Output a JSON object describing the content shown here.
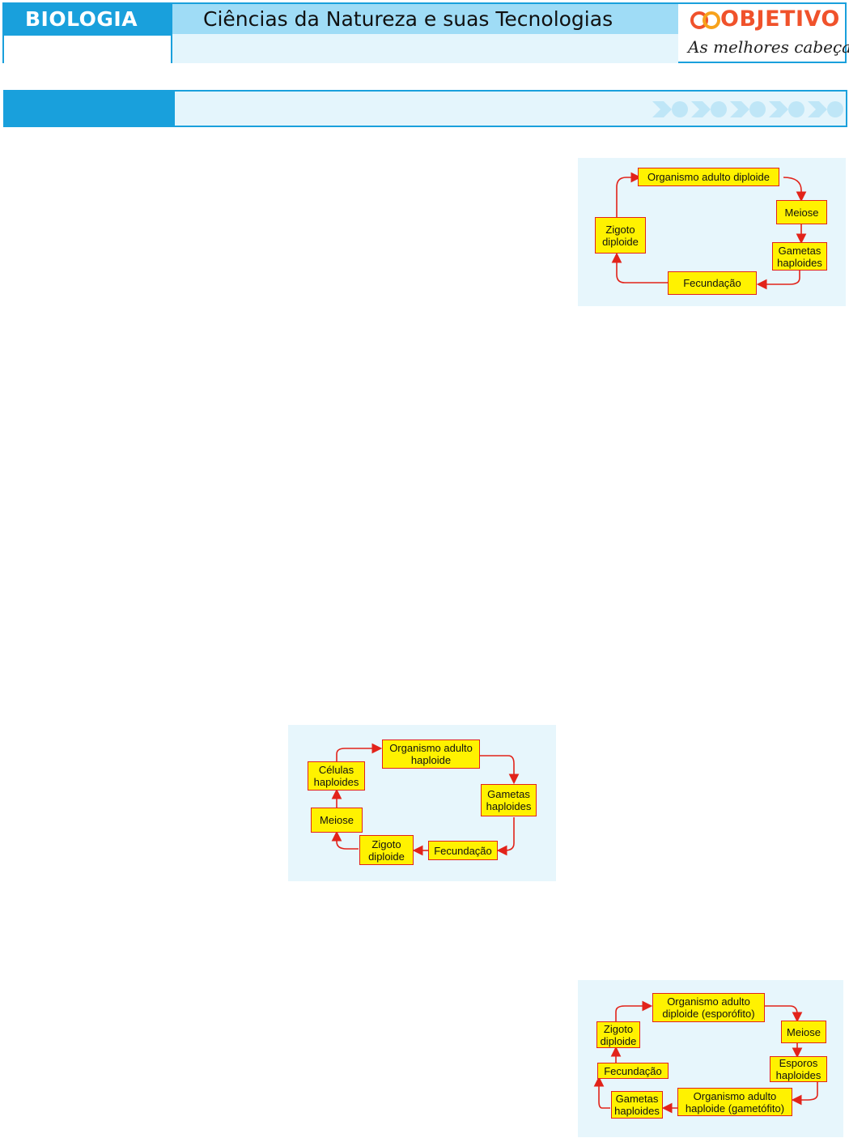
{
  "header": {
    "subject": "BIOLOGIA",
    "area": "Ciências da Natureza e suas Tecnologias",
    "logo_word": "OBJETIVO",
    "logo_slogan": "As melhores cabeças"
  },
  "colors": {
    "header_blue": "#19a0dc",
    "header_light": "#9fdcf6",
    "panel_bg": "#e7f6fc",
    "box_fill": "#fff200",
    "arrow_red": "#e2231a",
    "logo_orange": "#f0522b"
  },
  "diagrams": {
    "cycle_diploid": {
      "organism": "Organismo adulto diploide",
      "meiosis": "Meiose",
      "gametes": "Gametas\nhaploides",
      "fertilization": "Fecundação",
      "zygote": "Zigoto\ndiploide"
    },
    "cycle_haploid": {
      "organism": "Organismo adulto\nhaploide",
      "gametes": "Gametas\nhaploides",
      "fertilization": "Fecundação",
      "zygote": "Zigoto\ndiploide",
      "meiosis": "Meiose",
      "cells": "Células\nhaploides"
    },
    "cycle_alternation": {
      "sporophyte": "Organismo adulto\ndiploide (esporófito)",
      "meiosis": "Meiose",
      "spores": "Esporos\nhaploides",
      "gametophyte": "Organismo adulto\nhaploide (gametófito)",
      "gametes": "Gametas\nhaploides",
      "fertilization": "Fecundação",
      "zygote": "Zigoto\ndiploide"
    }
  }
}
